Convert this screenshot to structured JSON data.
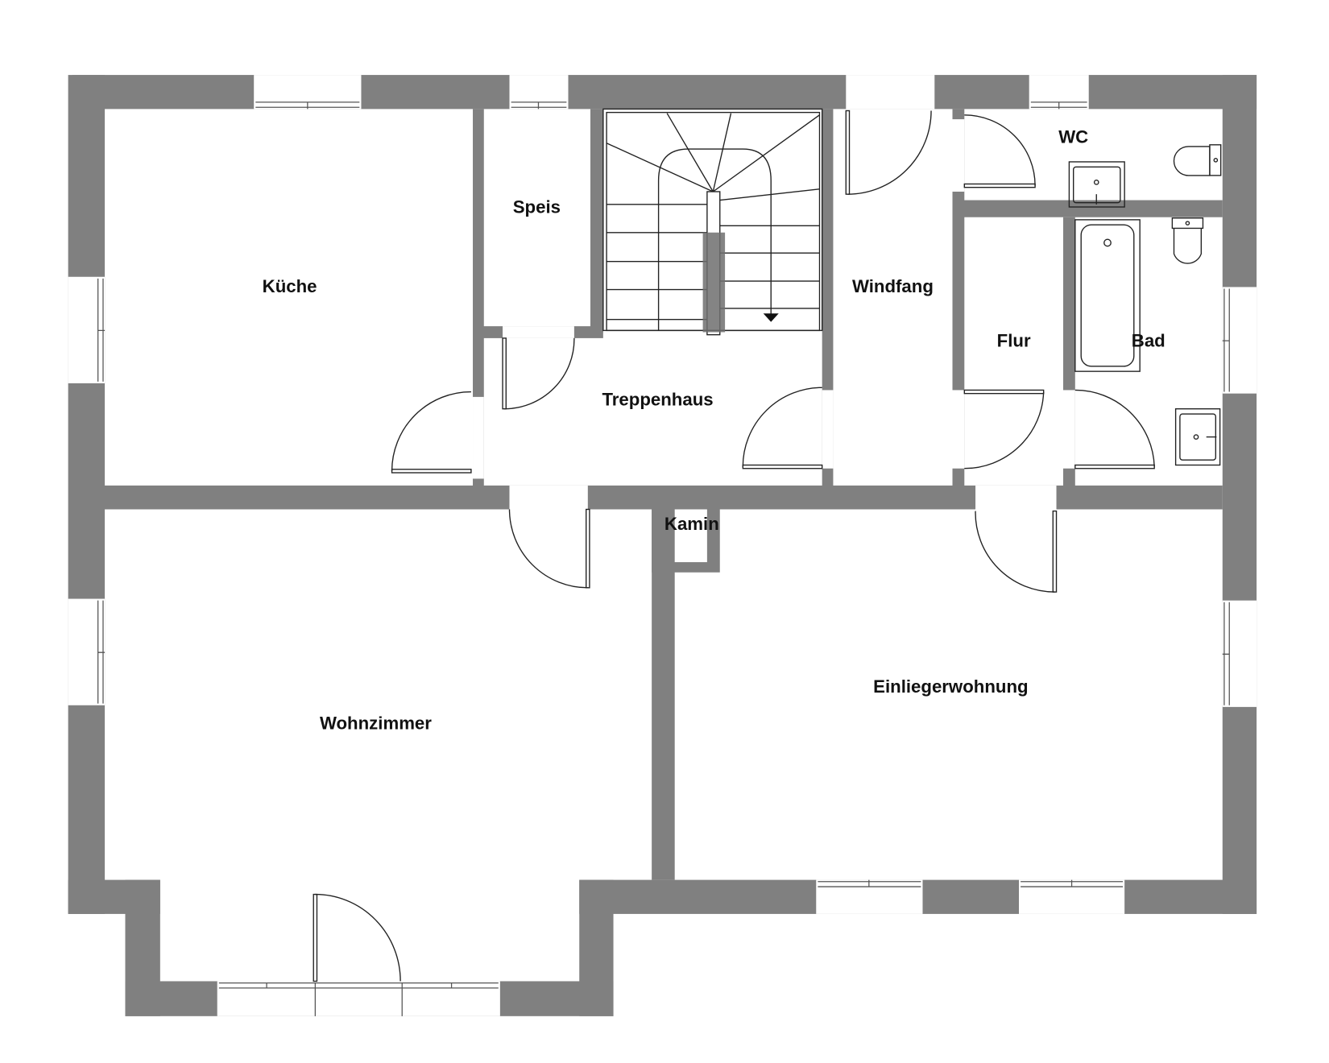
{
  "plan": {
    "wall_color": "#808080",
    "rooms": {
      "kueche": "Küche",
      "speis": "Speis",
      "treppenhaus": "Treppenhaus",
      "windfang": "Windfang",
      "wc": "WC",
      "flur": "Flur",
      "bad": "Bad",
      "kamin": "Kamin",
      "wohnzimmer": "Wohnzimmer",
      "einliegerwohnung": "Einliegerwohnung"
    }
  }
}
